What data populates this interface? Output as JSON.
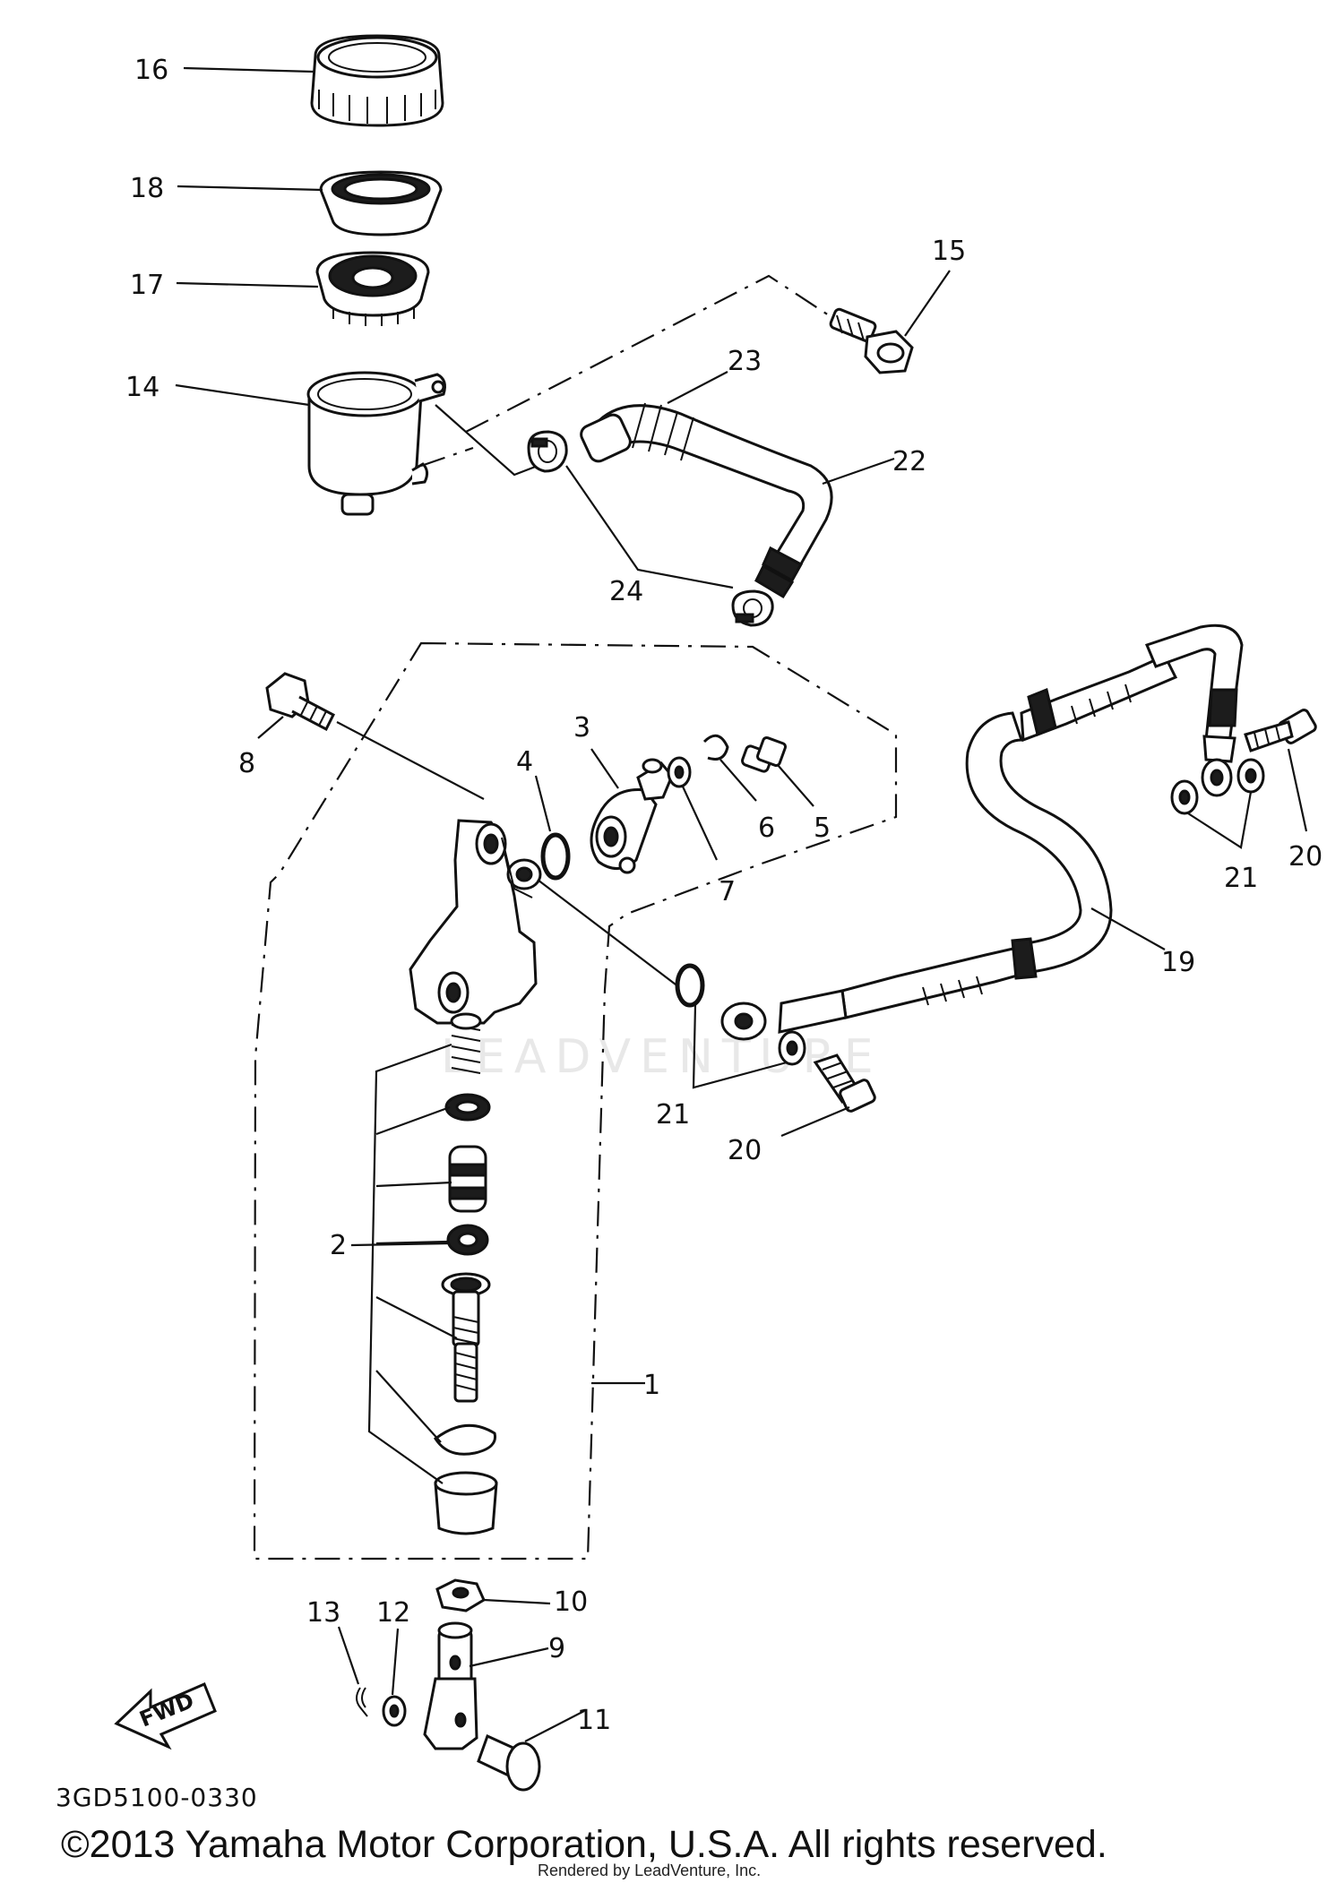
{
  "diagram": {
    "code": "3GD5100-0330",
    "copyright": "©2013 Yamaha Motor Corporation, U.S.A. All rights reserved.",
    "rendered_by": "Rendered by LeadVenture, Inc.",
    "watermark": "LEADVENTURE",
    "fwd_label": "FWD",
    "callouts": {
      "c1": "1",
      "c2": "2",
      "c3": "3",
      "c4": "4",
      "c5": "5",
      "c6": "6",
      "c7": "7",
      "c8": "8",
      "c9": "9",
      "c10": "10",
      "c11": "11",
      "c12": "12",
      "c13": "13",
      "c14": "14",
      "c15": "15",
      "c16": "16",
      "c17": "17",
      "c18": "18",
      "c19": "19",
      "c20a": "20",
      "c20b": "20",
      "c21a": "21",
      "c21b": "21",
      "c22": "22",
      "c23": "23",
      "c24": "24"
    }
  }
}
